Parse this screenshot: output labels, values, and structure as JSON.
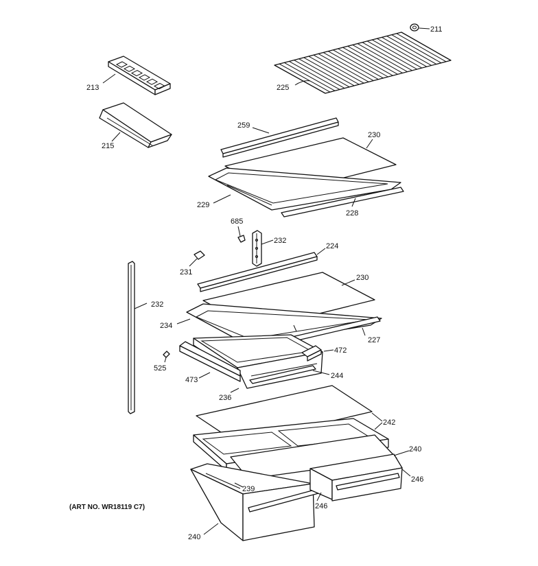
{
  "art_no": "(ART NO. WR18119 C7)",
  "callouts": [
    {
      "id": "c211",
      "text": "211"
    },
    {
      "id": "c225",
      "text": "225"
    },
    {
      "id": "c213",
      "text": "213"
    },
    {
      "id": "c215",
      "text": "215"
    },
    {
      "id": "c259",
      "text": "259"
    },
    {
      "id": "c230a",
      "text": "230"
    },
    {
      "id": "c229",
      "text": "229"
    },
    {
      "id": "c228",
      "text": "228"
    },
    {
      "id": "c685",
      "text": "685"
    },
    {
      "id": "c232a",
      "text": "232"
    },
    {
      "id": "c224",
      "text": "224"
    },
    {
      "id": "c231",
      "text": "231"
    },
    {
      "id": "c230b",
      "text": "230"
    },
    {
      "id": "c232b",
      "text": "232"
    },
    {
      "id": "c234",
      "text": "234"
    },
    {
      "id": "c227",
      "text": "227"
    },
    {
      "id": "c472",
      "text": "472"
    },
    {
      "id": "c525",
      "text": "525"
    },
    {
      "id": "c244",
      "text": "244"
    },
    {
      "id": "c473",
      "text": "473"
    },
    {
      "id": "c236",
      "text": "236"
    },
    {
      "id": "c242",
      "text": "242"
    },
    {
      "id": "c240a",
      "text": "240"
    },
    {
      "id": "c246a",
      "text": "246"
    },
    {
      "id": "c239",
      "text": "239"
    },
    {
      "id": "c246b",
      "text": "246"
    },
    {
      "id": "c240b",
      "text": "240"
    }
  ]
}
